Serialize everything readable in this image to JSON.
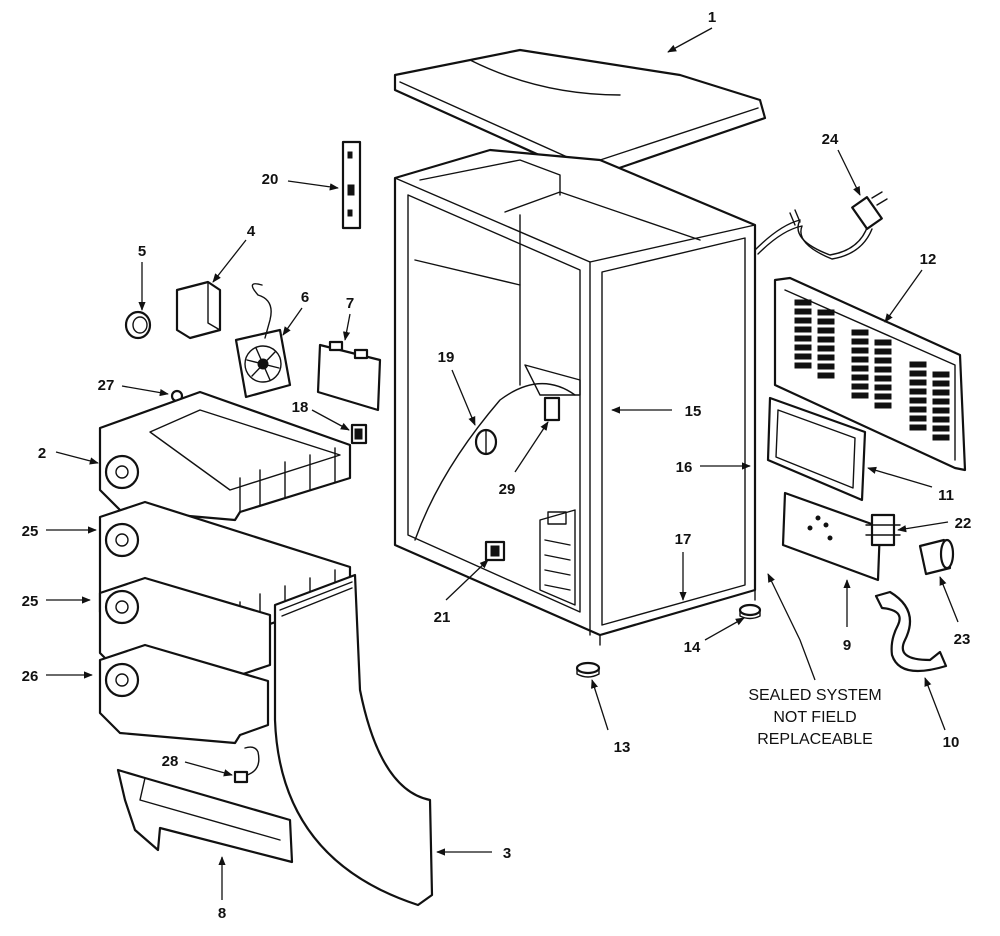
{
  "callouts": {
    "c1": "1",
    "c2": "2",
    "c3": "3",
    "c4": "4",
    "c5": "5",
    "c6": "6",
    "c7": "7",
    "c8": "8",
    "c9": "9",
    "c10": "10",
    "c11": "11",
    "c12": "12",
    "c13": "13",
    "c14": "14",
    "c15": "15",
    "c16": "16",
    "c17": "17",
    "c18": "18",
    "c19": "19",
    "c20": "20",
    "c21": "21",
    "c22": "22",
    "c23": "23",
    "c24": "24",
    "c25a": "25",
    "c25b": "25",
    "c26": "26",
    "c27": "27",
    "c28": "28",
    "c29": "29"
  },
  "note": {
    "line1": "SEALED SYSTEM",
    "line2": "NOT FIELD",
    "line3": "REPLACEABLE"
  }
}
